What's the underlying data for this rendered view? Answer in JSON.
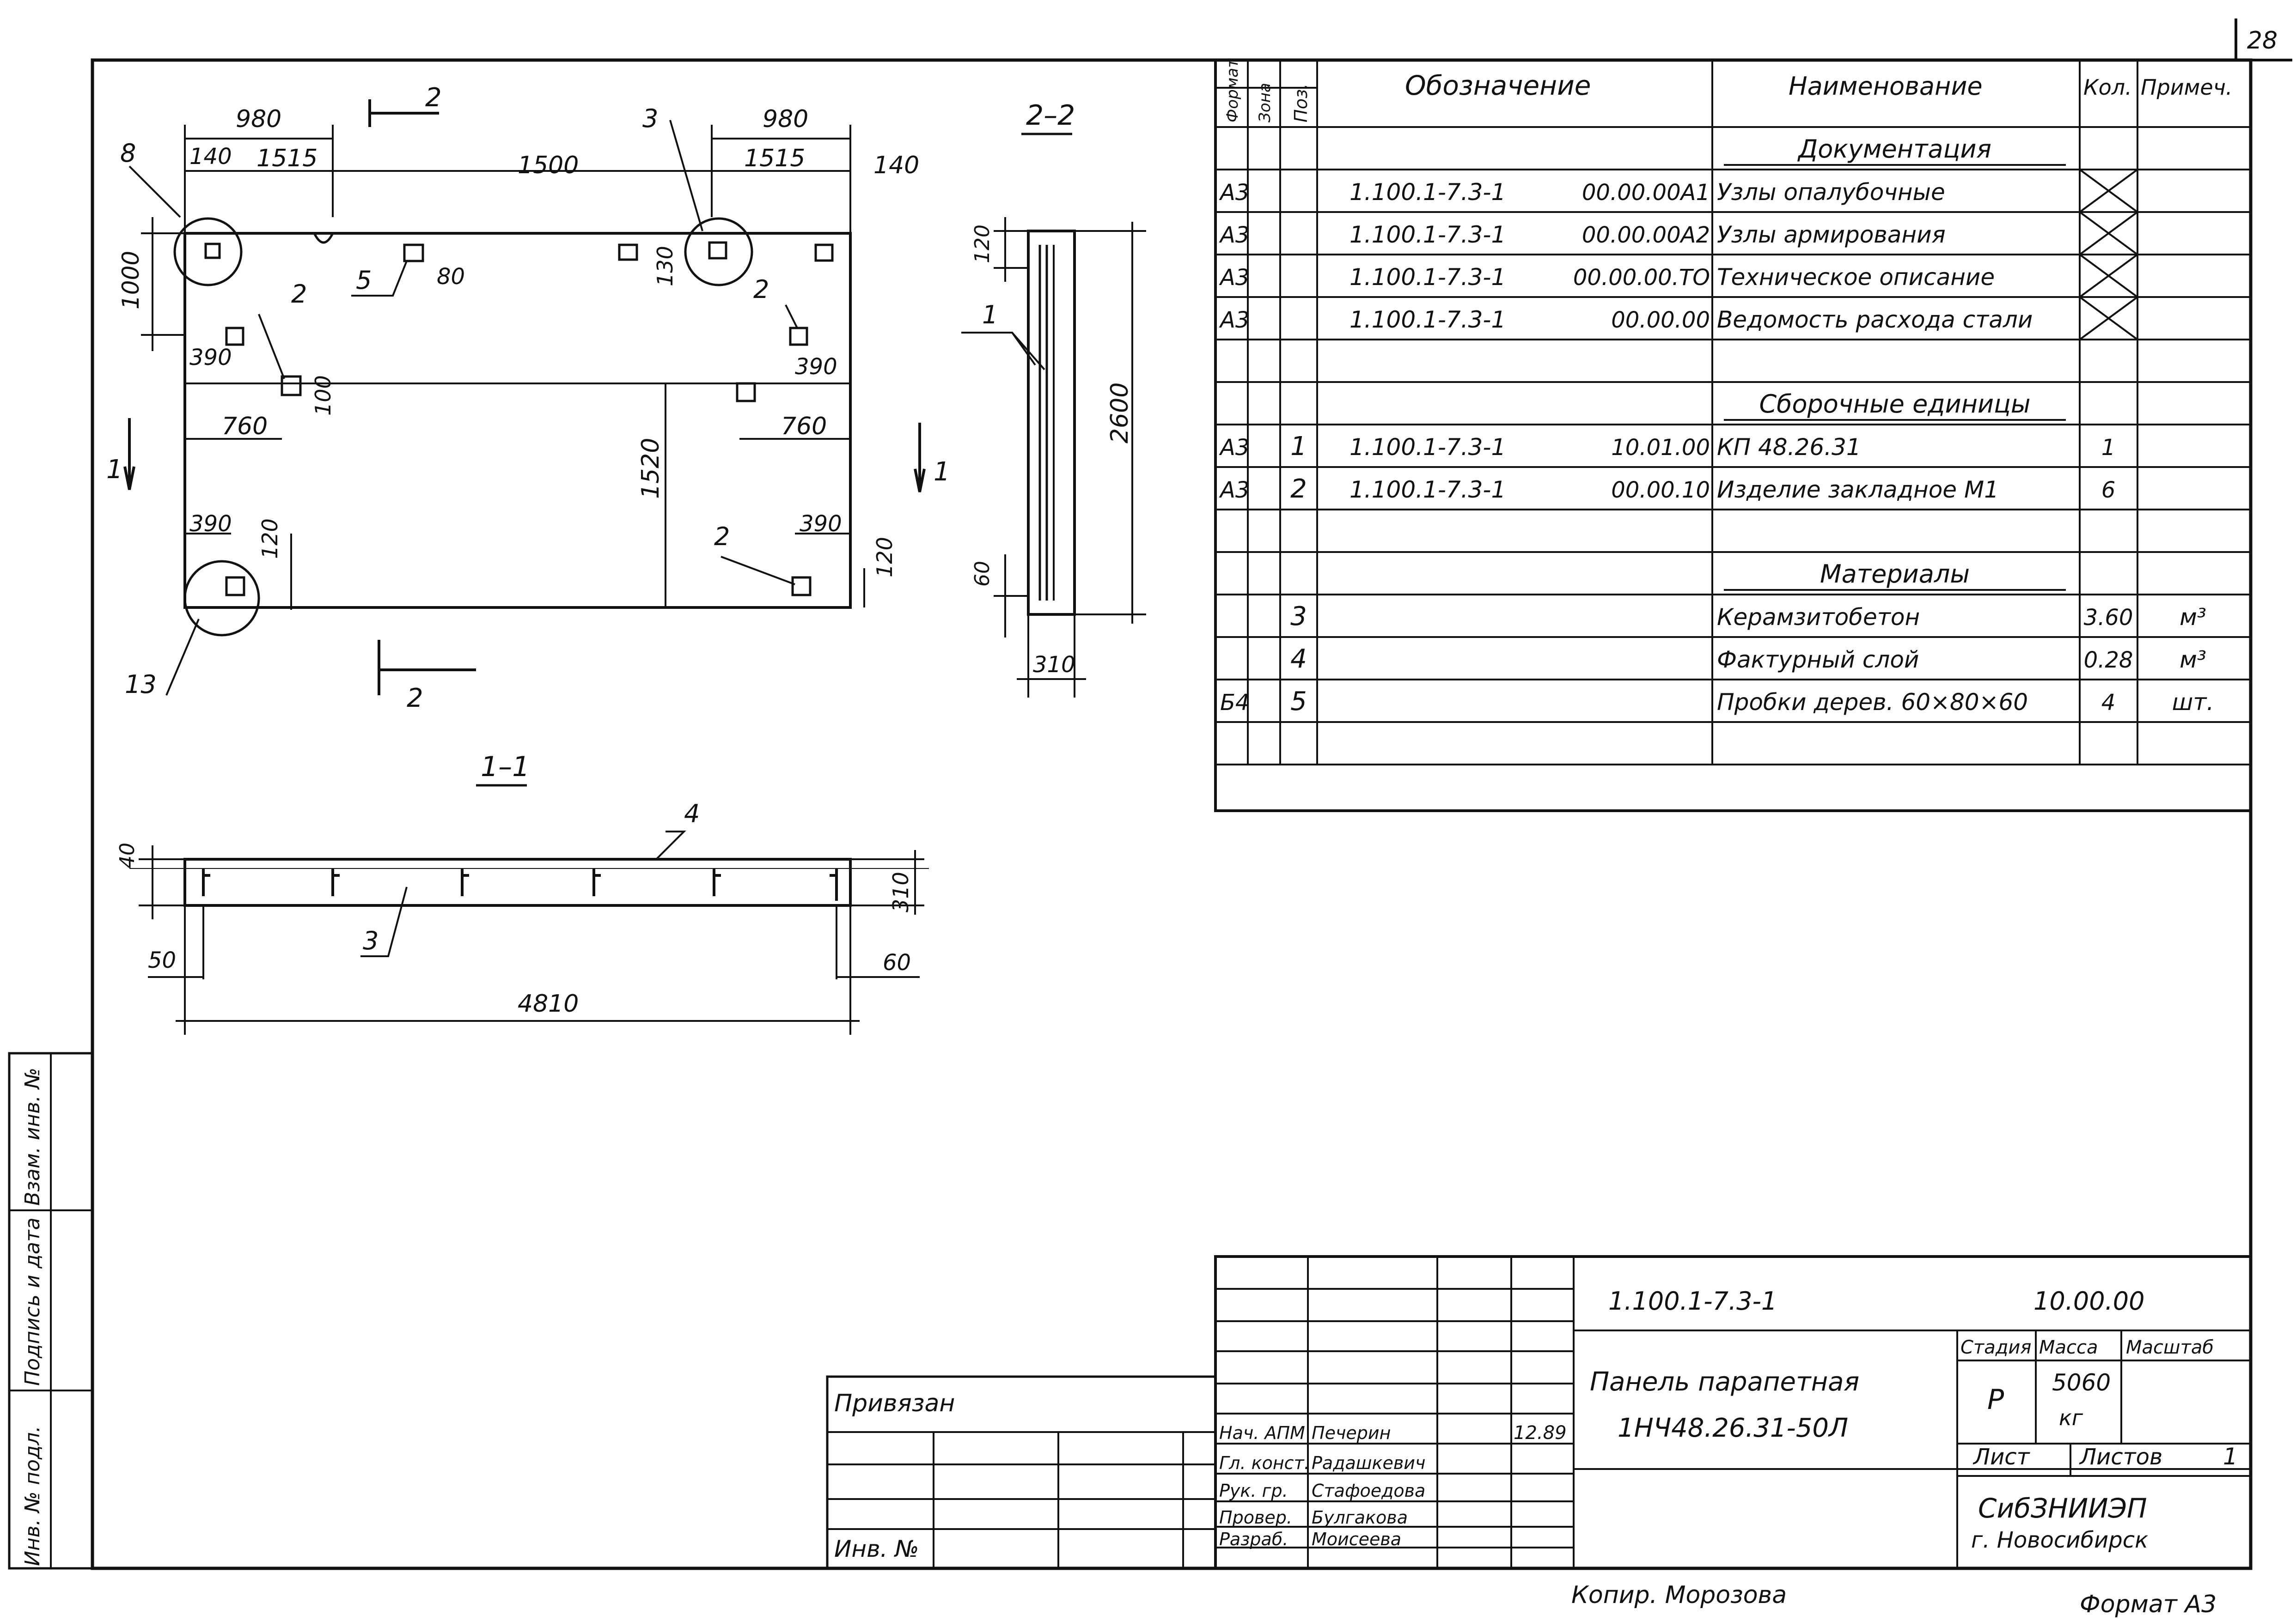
{
  "page_number": "28",
  "drawing": {
    "plan": {
      "dims_top": [
        "980",
        "140",
        "1515",
        "1500",
        "980",
        "1515",
        "140"
      ],
      "callouts": [
        "8",
        "3",
        "5",
        "2",
        "2",
        "2",
        "13"
      ],
      "dims_left": [
        "1000",
        "390",
        "760",
        "390",
        "120"
      ],
      "dims_mid": [
        "80",
        "130",
        "100",
        "1520"
      ],
      "dims_right": [
        "390",
        "760",
        "390",
        "120"
      ],
      "section_marks": [
        "2",
        "2",
        "1",
        "1"
      ]
    },
    "section_22": {
      "title": "2–2",
      "callout": "1",
      "dims": [
        "120",
        "2600",
        "60",
        "310"
      ]
    },
    "section_11": {
      "title": "1–1",
      "callouts": [
        "4",
        "3"
      ],
      "dims": [
        "40",
        "310",
        "50",
        "60",
        "4810"
      ]
    }
  },
  "spec_table": {
    "headers": [
      "Формат",
      "Зона",
      "Поз.",
      "Обозначение",
      "Наименование",
      "Кол.",
      "Примеч."
    ],
    "rows": [
      {
        "format": "",
        "zone": "",
        "pos": "",
        "code": "",
        "suffix": "",
        "name": "Документация",
        "qty": "",
        "note": "",
        "heading": true
      },
      {
        "format": "А3",
        "zone": "",
        "pos": "",
        "code": "1.100.1-7.3-1",
        "suffix": "00.00.00А1",
        "name": "Узлы опалубочные",
        "qty": "",
        "note": "",
        "cross": true
      },
      {
        "format": "А3",
        "zone": "",
        "pos": "",
        "code": "1.100.1-7.3-1",
        "suffix": "00.00.00А2",
        "name": "Узлы армирования",
        "qty": "",
        "note": "",
        "cross": true
      },
      {
        "format": "А3",
        "zone": "",
        "pos": "",
        "code": "1.100.1-7.3-1",
        "suffix": "00.00.00.ТО",
        "name": "Техническое описание",
        "qty": "",
        "note": "",
        "cross": true
      },
      {
        "format": "А3",
        "zone": "",
        "pos": "",
        "code": "1.100.1-7.3-1",
        "suffix": "00.00.00",
        "name": "Ведомость расхода стали",
        "qty": "",
        "note": "",
        "cross": true
      },
      {
        "format": "",
        "zone": "",
        "pos": "",
        "code": "",
        "suffix": "",
        "name": "",
        "qty": "",
        "note": ""
      },
      {
        "format": "",
        "zone": "",
        "pos": "",
        "code": "",
        "suffix": "",
        "name": "Сборочные единицы",
        "qty": "",
        "note": "",
        "heading": true
      },
      {
        "format": "А3",
        "zone": "",
        "pos": "1",
        "code": "1.100.1-7.3-1",
        "suffix": "10.01.00",
        "name": "КП 48.26.31",
        "qty": "1",
        "note": ""
      },
      {
        "format": "А3",
        "zone": "",
        "pos": "2",
        "code": "1.100.1-7.3-1",
        "suffix": "00.00.10",
        "name": "Изделие закладное М1",
        "qty": "6",
        "note": ""
      },
      {
        "format": "",
        "zone": "",
        "pos": "",
        "code": "",
        "suffix": "",
        "name": "",
        "qty": "",
        "note": ""
      },
      {
        "format": "",
        "zone": "",
        "pos": "",
        "code": "",
        "suffix": "",
        "name": "Материалы",
        "qty": "",
        "note": "",
        "heading": true
      },
      {
        "format": "",
        "zone": "",
        "pos": "3",
        "code": "",
        "suffix": "",
        "name": "Керамзитобетон",
        "qty": "3.60",
        "note": "м³"
      },
      {
        "format": "",
        "zone": "",
        "pos": "4",
        "code": "",
        "suffix": "",
        "name": "Фактурный слой",
        "qty": "0.28",
        "note": "м³"
      },
      {
        "format": "Б4",
        "zone": "",
        "pos": "5",
        "code": "",
        "suffix": "",
        "name": "Пробки дерев. 60×80×60",
        "qty": "4",
        "note": "шт."
      },
      {
        "format": "",
        "zone": "",
        "pos": "",
        "code": "",
        "suffix": "",
        "name": "",
        "qty": "",
        "note": ""
      }
    ]
  },
  "title_block": {
    "code": "1.100.1-7.3-1",
    "sheet_code": "10.00.00",
    "name_line1": "Панель парапетная",
    "name_line2": "1НЧ48.26.31-50Л",
    "stage_label": "Стадия",
    "mass_label": "Масса",
    "scale_label": "Масштаб",
    "stage": "Р",
    "mass": "5060",
    "mass_unit": "кг",
    "sheet_label": "Лист",
    "sheets_label": "Листов",
    "sheets": "1",
    "org_line1": "СибЗНИИЭП",
    "org_line2": "г. Новосибирск",
    "date": "12.89",
    "roles": [
      {
        "role": "Нач. АПМ",
        "person": "Печерин"
      },
      {
        "role": "Гл. конст.",
        "person": "Радашкевич"
      },
      {
        "role": "Рук. гр.",
        "person": "Стафоедова"
      },
      {
        "role": "Провер.",
        "person": "Булгакова"
      },
      {
        "role": "Разраб.",
        "person": "Моисеева"
      }
    ]
  },
  "binding_block": {
    "label": "Привязан",
    "inv_label": "Инв. №"
  },
  "side_strip": [
    "Инв. № подл.",
    "Подпись и дата",
    "Взам. инв. №"
  ],
  "footer": {
    "copier": "Копир. Морозова",
    "format": "Формат А3"
  }
}
